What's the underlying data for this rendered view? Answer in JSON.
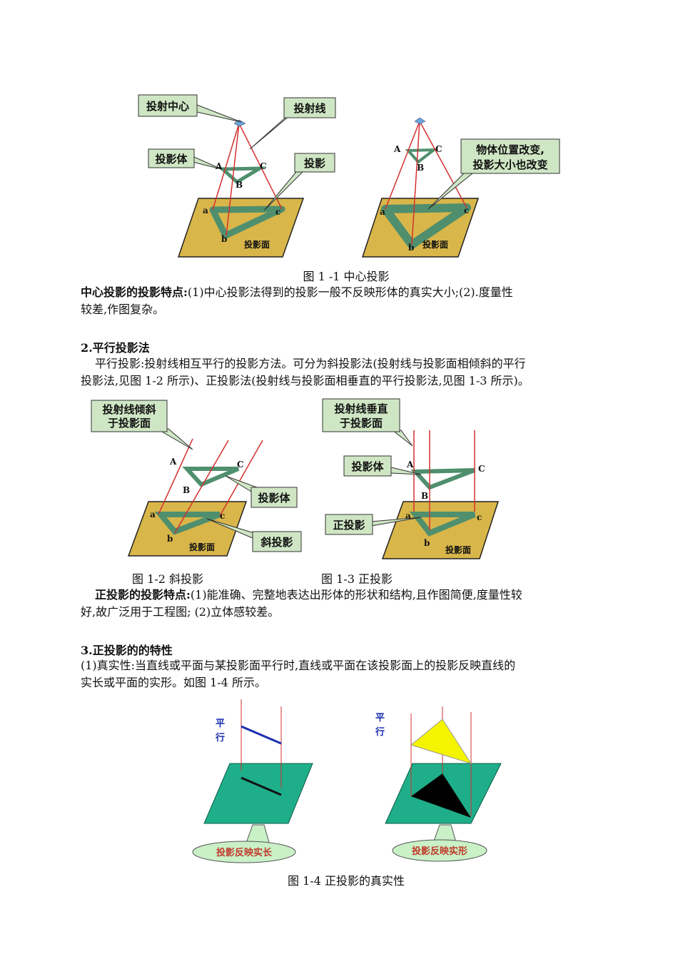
{
  "fig1": {
    "left": {
      "center_label": "投射中心",
      "ray_label": "投射线",
      "body_label": "投影体",
      "proj_label": "投影",
      "A": "A",
      "B": "B",
      "C": "C",
      "a": "a",
      "b": "b",
      "c": "c",
      "plane_label": "投影面"
    },
    "right": {
      "note_line1": "物体位置改变,",
      "note_line2": "投影大小也改变",
      "A": "A",
      "B": "B",
      "C": "C",
      "a": "a",
      "b": "b",
      "c": "c",
      "plane_label": "投影面"
    },
    "caption": "图 1 -1 中心投影"
  },
  "central_features": {
    "label": "中心投影的投影特点:",
    "text_line1": "(1)中心投影法得到的投影一般不反映形体的真实大小;(2).度量性",
    "text_line2": "较差,作图复杂。"
  },
  "section2": {
    "heading": "2.平行投影法",
    "para_line1": "平行投影:投射线相互平行的投影方法。可分为斜投影法(投射线与投影面相倾斜的平行",
    "para_line2": "投影法,见图 1-2 所示)、正投影法(投射线与投影面相垂直的平行投影法,见图 1-3 所示)。"
  },
  "fig2": {
    "oblique_line1": "投射线倾斜",
    "oblique_line2": "于投影面",
    "body_label": "投影体",
    "proj_label": "斜投影",
    "A": "A",
    "B": "B",
    "C": "C",
    "a": "a",
    "b": "b",
    "c": "c",
    "plane_label": "投影面",
    "caption": "图 1-2 斜投影"
  },
  "fig3": {
    "perp_line1": "投射线垂直",
    "perp_line2": "于投影面",
    "body_label": "投影体",
    "proj_label": "正投影",
    "A": "A",
    "B": "B",
    "C": "C",
    "a": "a",
    "b": "b",
    "c": "c",
    "plane_label": "投影面",
    "caption": "图 1-3 正投影"
  },
  "ortho_features": {
    "label": "正投影的投影特点:",
    "text_line1": "(1)能准确、完整地表达出形体的形状和结构,且作图简便,度量性较",
    "text_line2": "好,故广泛用于工程图; (2)立体感较差。"
  },
  "section3": {
    "heading": "3.正投影的的特性",
    "para_line1": "(1)真实性:当直线或平面与某投影面平行时,直线或平面在该投影面上的投影反映直线的",
    "para_line2": "实长或平面的实形。如图 1-4 所示。"
  },
  "fig4": {
    "left_parallel_1": "平",
    "left_parallel_2": "行",
    "left_oval": "投影反映实长",
    "right_parallel_1": "平",
    "right_parallel_2": "行",
    "right_oval": "投影反映实形",
    "caption": "图 1-4 正投影的真实性"
  },
  "colors": {
    "plane_yellow": "#d8b64a",
    "triangle_green": "#4f8f6e",
    "callout_bg": "#cfe6c4",
    "ray_red": "#d23030",
    "teal_plane": "#1fae8a",
    "oval_green": "#c9f0c6",
    "oval_text": "#c0392b",
    "blue_line": "#1a2fb0",
    "yellow_tri": "#f4f400"
  }
}
